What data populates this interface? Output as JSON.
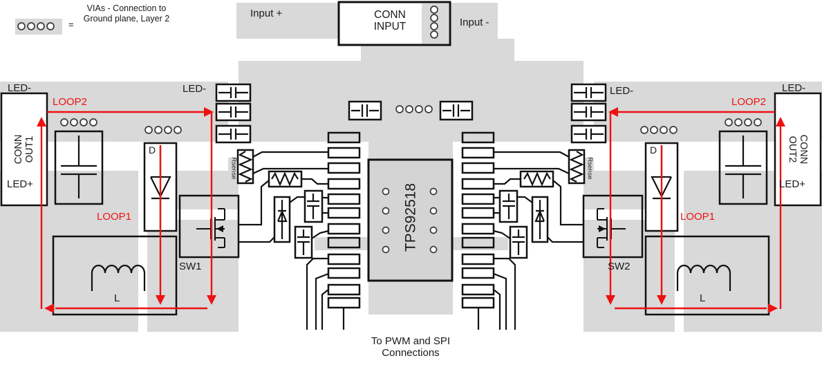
{
  "legend": {
    "equals": "=",
    "text": "VIAs - Connection to Ground plane, Layer 2"
  },
  "input": {
    "plus_label": "Input +",
    "minus_label": "Input -",
    "connector_label": "CONN INPUT"
  },
  "chip": {
    "part_number": "TPS92518"
  },
  "footer": {
    "text": "To PWM and SPI Connections"
  },
  "left": {
    "connector_label": "CONN OUT1",
    "led_minus": "LED-",
    "led_plus": "LED+",
    "led_minus_caps": "LED-",
    "loop1": "LOOP1",
    "loop2": "LOOP2",
    "rsense": "Rsense",
    "switch_label": "SW1",
    "inductor_label": "L",
    "diode_label": "D"
  },
  "right": {
    "connector_label": "CONN OUT2",
    "led_minus": "LED-",
    "led_plus": "LED+",
    "led_minus_caps": "LED-",
    "loop1": "LOOP1",
    "loop2": "LOOP2",
    "rsense": "Rsense",
    "switch_label": "SW2",
    "inductor_label": "L",
    "diode_label": "D"
  },
  "colors": {
    "plane": "#d9d9d9",
    "loop_red": "#ee1111",
    "line_black": "#111111"
  }
}
